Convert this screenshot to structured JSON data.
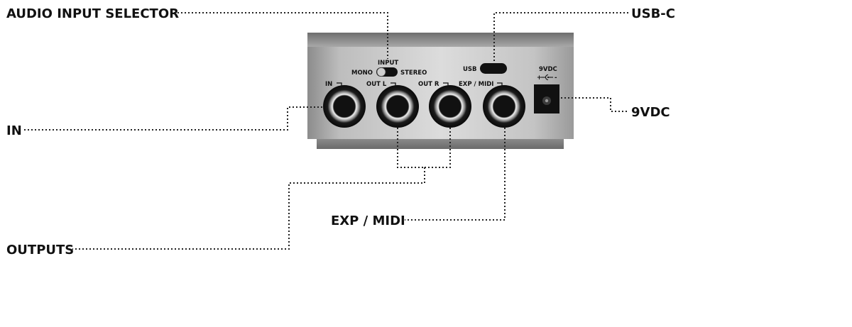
{
  "callouts": {
    "audio_input_selector": "AUDIO INPUT SELECTOR",
    "usb_c": "USB-C",
    "in": "IN",
    "nine_vdc": "9VDC",
    "exp_midi": "EXP / MIDI",
    "outputs": "OUTPUTS"
  },
  "panel": {
    "input_label": "INPUT",
    "mono_label": "MONO",
    "stereo_label": "STEREO",
    "usb_label": "USB",
    "power_label": "9VDC",
    "power_plus": "+",
    "power_minus": "-",
    "jacks": [
      {
        "label": "IN"
      },
      {
        "label": "OUT L"
      },
      {
        "label": "OUT R"
      },
      {
        "label": "EXP / MIDI"
      }
    ]
  },
  "colors": {
    "text": "#111111",
    "leader": "#222222",
    "panel_light": "#d2d2d2",
    "panel_dark": "#7a7a7a",
    "jack_ring": "#111111"
  }
}
